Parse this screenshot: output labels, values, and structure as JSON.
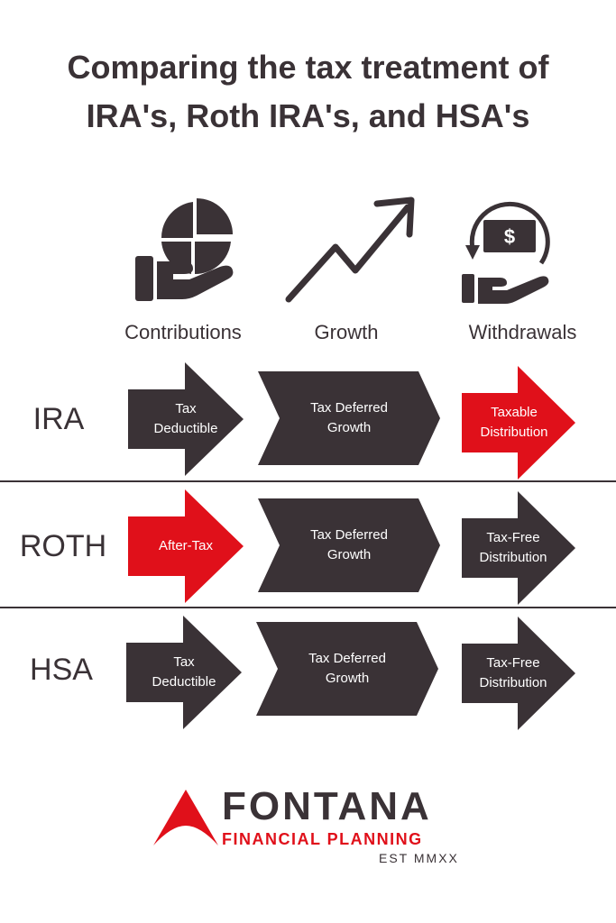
{
  "title_line1": "Comparing the tax treatment of",
  "title_line2": "IRA's, Roth IRA's, and HSA's",
  "columns": {
    "contributions": "Contributions",
    "growth": "Growth",
    "withdrawals": "Withdrawals"
  },
  "icons": {
    "contributions": "hand-pie-chart-icon",
    "growth": "trend-arrow-icon",
    "withdrawals": "hand-dollar-cycle-icon"
  },
  "rows": [
    {
      "label": "IRA",
      "contribution": "Tax Deductible",
      "growth": "Tax Deferred Growth",
      "withdrawal": "Taxable Distribution"
    },
    {
      "label": "ROTH",
      "contribution": "After-Tax",
      "growth": "Tax Deferred Growth",
      "withdrawal": "Tax-Free Distribution"
    },
    {
      "label": "HSA",
      "contribution": "Tax Deductible",
      "growth": "Tax Deferred Growth",
      "withdrawal": "Tax-Free Distribution"
    }
  ],
  "logo": {
    "name": "FONTANA",
    "subtitle": "FINANCIAL PLANNING",
    "est": "EST MMXX"
  },
  "colors": {
    "dark": "#3a3236",
    "red": "#e0101a",
    "white": "#ffffff"
  },
  "dollar_sign": "$"
}
